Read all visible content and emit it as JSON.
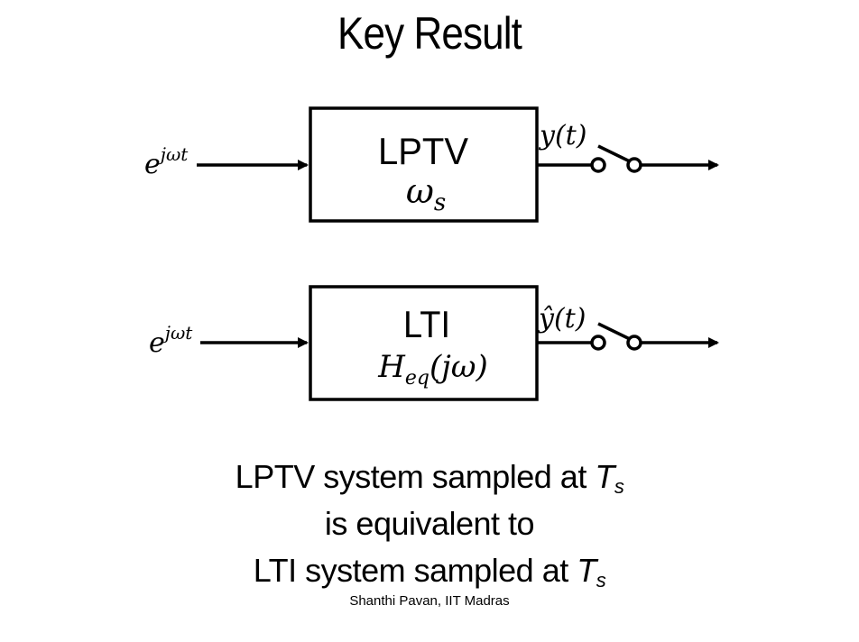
{
  "title": "Key Result",
  "top_block": {
    "name": "LPTV",
    "param_symbol": "ω",
    "param_sub": "s",
    "input_signal_base": "e",
    "input_signal_exp": "jωt",
    "output_signal": "y(t)"
  },
  "bottom_block": {
    "name": "LTI",
    "param_symbol": "H",
    "param_sub": "eq",
    "param_arg": "(jω)",
    "input_signal_base": "e",
    "input_signal_exp": "jωt",
    "output_signal": "ŷ(t)"
  },
  "caption": {
    "line1_prefix": "LPTV system sampled at ",
    "line2": "is equivalent to",
    "line3_prefix": "LTI system sampled at ",
    "period_symbol": "T",
    "period_sub": "s"
  },
  "credit": "Shanthi Pavan, IIT Madras"
}
